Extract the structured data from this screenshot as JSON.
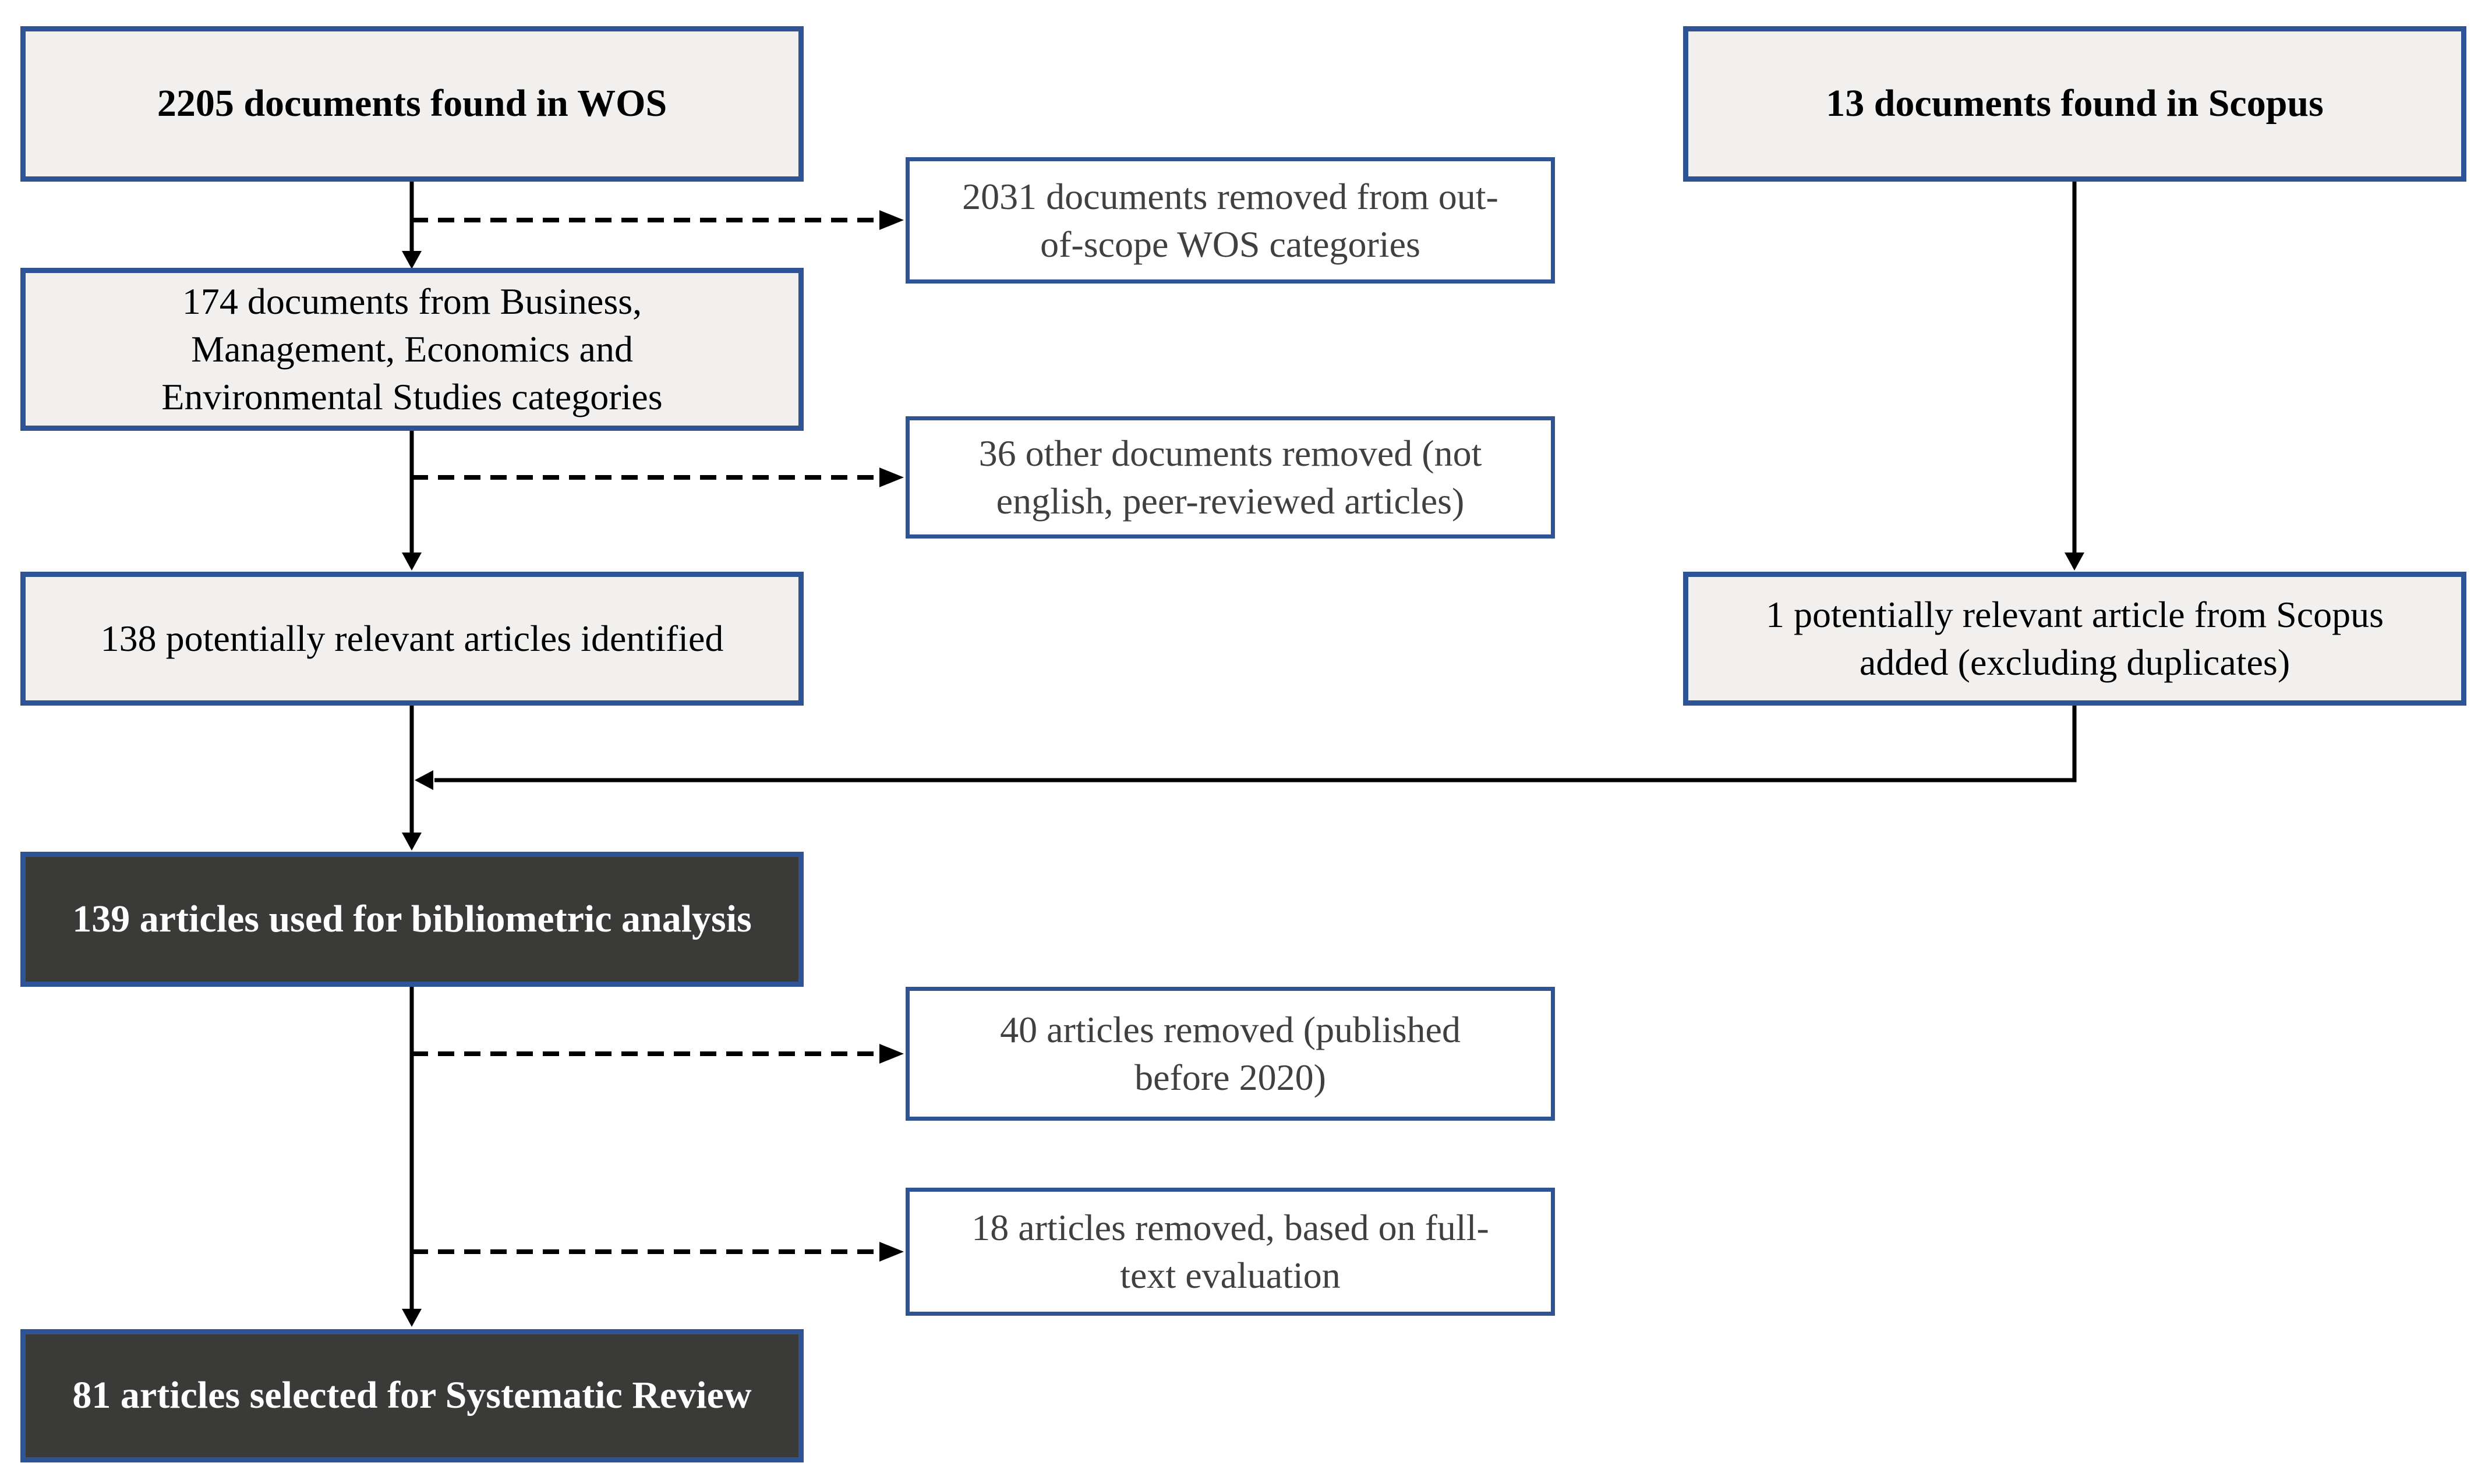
{
  "flowchart": {
    "colors": {
      "box_border": "#2e5496",
      "light_box_fill": "#f1f0ef",
      "dark_box_fill": "#3a3a38",
      "side_box_fill": "#ffffff",
      "main_text": "#000000",
      "side_text": "#404040",
      "dark_box_text": "#ffffff",
      "connector": "#000000"
    },
    "nodes": {
      "wos_found": {
        "label": "2205 documents found in WOS"
      },
      "scopus_found": {
        "label": "13 documents found in Scopus"
      },
      "wos_removed": {
        "label": "2031 documents removed from out-\nof-scope WOS categories"
      },
      "wos_categories": {
        "label": "174 documents from Business,\nManagement, Economics and\nEnvironmental Studies categories"
      },
      "other_removed": {
        "label": "36 other documents removed (not\nenglish, peer-reviewed articles)"
      },
      "relevant_identified": {
        "label": "138 potentially relevant articles identified"
      },
      "scopus_added": {
        "label": "1 potentially relevant article from Scopus\nadded (excluding duplicates)"
      },
      "bibliometric": {
        "label": "139 articles used for bibliometric analysis"
      },
      "removed_before_2020": {
        "label": "40 articles removed (published\nbefore 2020)"
      },
      "removed_fulltext": {
        "label": "18 articles removed, based on full-\ntext evaluation"
      },
      "systematic_review": {
        "label": "81 articles selected for Systematic Review"
      }
    }
  }
}
